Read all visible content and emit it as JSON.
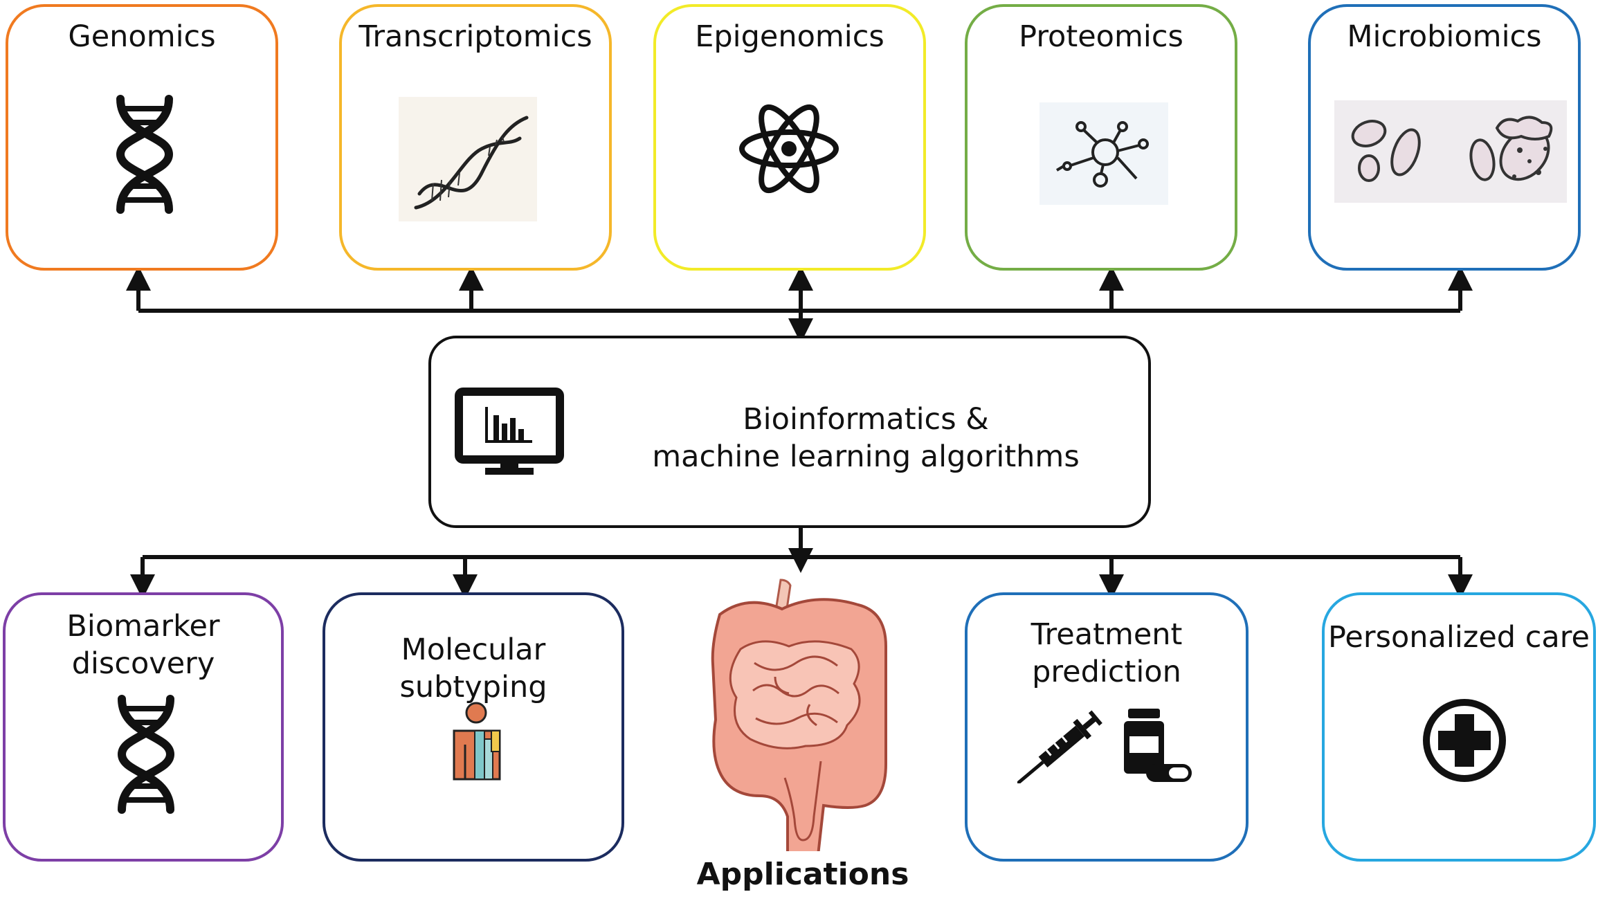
{
  "omics": [
    {
      "title": "Genomics",
      "color": "#f07a20",
      "icon": "dna-icon"
    },
    {
      "title": "Transcriptomics",
      "color": "#f5b72a",
      "icon": "dna-sketch-icon"
    },
    {
      "title": "Epigenomics",
      "color": "#f2eb28",
      "icon": "atom-icon"
    },
    {
      "title": "Proteomics",
      "color": "#74ad46",
      "icon": "molecule-icon"
    },
    {
      "title": "Microbiomics",
      "color": "#1f6fb8",
      "icon": "microbes-icon"
    }
  ],
  "center": {
    "line1": "Bioinformatics &",
    "line2": "machine learning algorithms",
    "icon": "monitor-chart-icon"
  },
  "applications": [
    {
      "line1": "Biomarker",
      "line2": "discovery",
      "color": "#7d3fa6",
      "icon": "dna-icon"
    },
    {
      "line1": "Molecular subtyping",
      "line2": "",
      "color": "#1c2c5f",
      "icon": "person-chart-icon"
    },
    {
      "line1": "Treatment",
      "line2": "prediction",
      "color": "#1f6fb8",
      "icon": "syringe-pill-icon"
    },
    {
      "line1": "Personalized care",
      "line2": "",
      "color": "#27a7e0",
      "icon": "medical-cross-icon"
    }
  ],
  "center_image": {
    "icon": "intestine-icon"
  },
  "footer": {
    "label": "Applications"
  }
}
